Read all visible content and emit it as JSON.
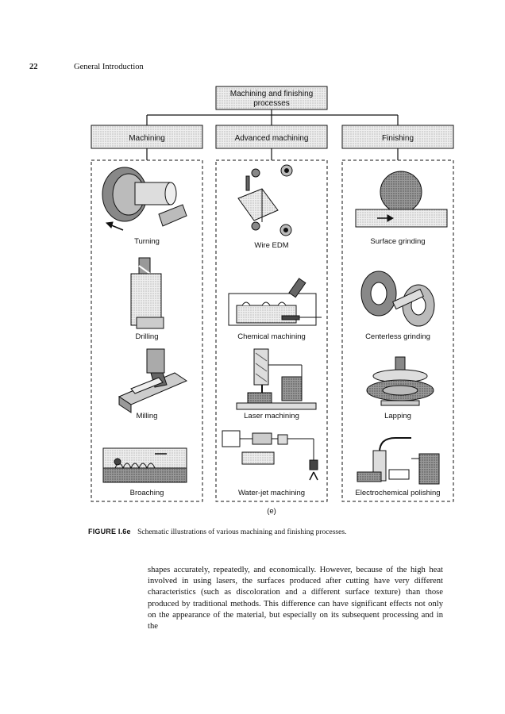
{
  "header": {
    "page_number": "22",
    "running_title": "General Introduction"
  },
  "figure": {
    "root": "Machining and finishing processes",
    "categories": [
      "Machining",
      "Advanced machining",
      "Finishing"
    ],
    "machining": [
      "Turning",
      "Drilling",
      "Milling",
      "Broaching"
    ],
    "advanced": [
      "Wire EDM",
      "Chemical machining",
      "Laser machining",
      "Water-jet machining"
    ],
    "finishing": [
      "Surface grinding",
      "Centerless grinding",
      "Lapping",
      "Electrochemical polishing"
    ],
    "panel": "(e)",
    "caption_id": "FIGURE I.6e",
    "caption_text": "Schematic illustrations of various machining and finishing processes."
  },
  "body_text": "shapes accurately, repeatedly, and economically. However, because of the high heat involved in using lasers, the surfaces produced after cutting have very different characteristics (such as discoloration and a different surface texture) than those produced by traditional methods. This difference can have significant effects not only on the appearance of the material, but especially on its subsequent processing and in the"
}
